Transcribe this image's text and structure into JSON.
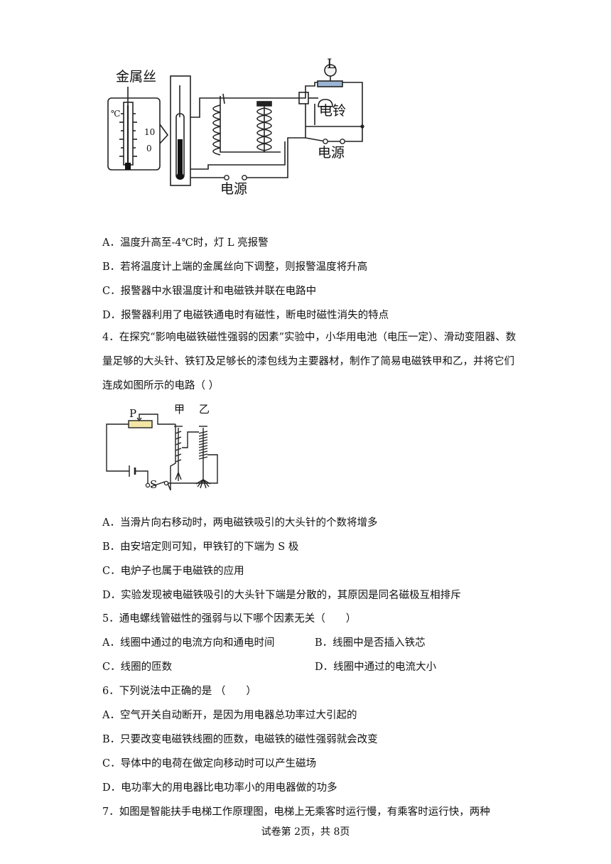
{
  "figure1": {
    "label_wire": "金属丝",
    "label_celsius": "℃",
    "label_10": "10",
    "label_0": "0",
    "label_L": "L",
    "label_bell": "电铃",
    "label_power_right": "电源",
    "label_power_bottom": "电源"
  },
  "q3_options": {
    "A": "A．温度升高至-4℃时，灯 L 亮报警",
    "B": "B．若将温度计上端的金属丝向下调整，则报警温度将升高",
    "C": "C．报警器中水银温度计和电磁铁并联在电路中",
    "D": "D．报警器利用了电磁铁通电时有磁性，断电时磁性消失的特点"
  },
  "q4": {
    "stem": "4．在探究“影响电磁铁磁性强弱的因素”实验中，小华用电池（电压一定）、滑动变阻器、数量足够的大头针、铁钉及足够长的漆包线为主要器材，制作了简易电磁铁甲和乙，并将它们连成如图所示的电路（   ）",
    "label_P": "P",
    "label_jia": "甲",
    "label_yi": "乙",
    "label_S": "S",
    "A": "A．当滑片向右移动时，两电磁铁吸引的大头针的个数将增多",
    "B": "B．由安培定则可知，甲铁钉的下端为 S 极",
    "C": "C．电炉子也属于电磁铁的应用",
    "D": "D．实验发现被电磁铁吸引的大头针下端是分散的，其原因是同名磁极互相排斥"
  },
  "q5": {
    "stem": "5．通电螺线管磁性的强弱与以下哪个因素无关（　　）",
    "A": "A．线圈中通过的电流方向和通电时间",
    "B": "B．线圈中是否插入铁芯",
    "C": "C．线圈的匝数",
    "D": "D．线圈中通过的电流大小"
  },
  "q6": {
    "stem": "6．下列说法中正确的是 （　　）",
    "A": "A．空气开关自动断开，是因为用电器总功率过大引起的",
    "B": "B．只要改变电磁铁线圈的匝数，电磁铁的磁性强弱就会改变",
    "C": "C．导体中的电荷在做定向移动时可以产生磁场",
    "D": "D．电功率大的用电器比电功率小的用电器做的功多"
  },
  "q7": {
    "stem": "7．如图是智能扶手电梯工作原理图，电梯上无乘客时运行慢，有乘客时运行快，两种"
  },
  "footer": "试卷第 2页，共 8页"
}
